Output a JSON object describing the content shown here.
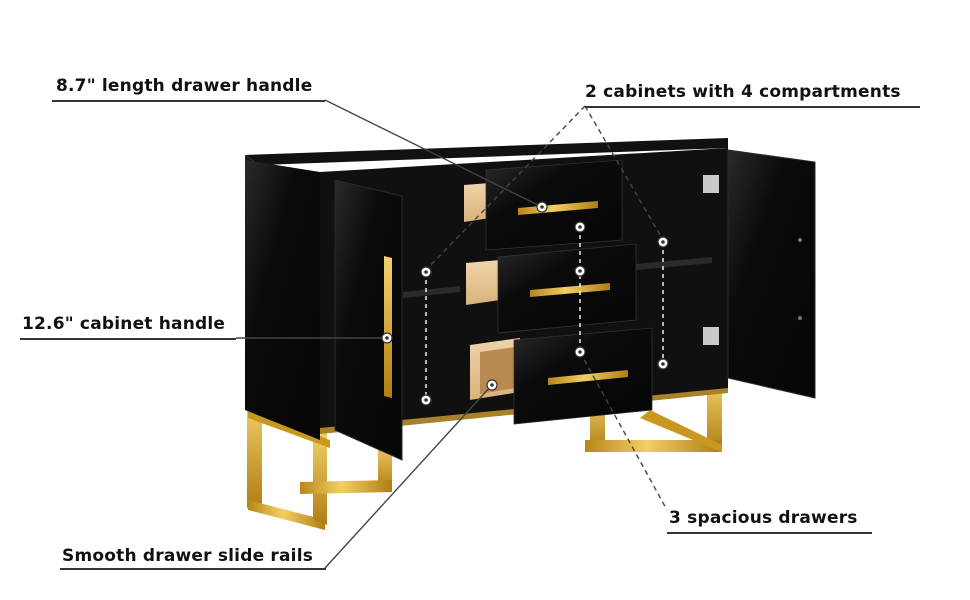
{
  "callouts": {
    "drawer_handle": "8.7\" length drawer handle",
    "cabinets": "2 cabinets with 4 compartments",
    "cabinet_handle": "12.6\" cabinet handle",
    "drawers": "3 spacious drawers",
    "slide_rails": "Smooth drawer slide rails"
  },
  "colors": {
    "cabinet_black": "#0b0b0b",
    "gold": "#d4a52a",
    "wood": "#e7c79a",
    "annotation": "#444444"
  }
}
